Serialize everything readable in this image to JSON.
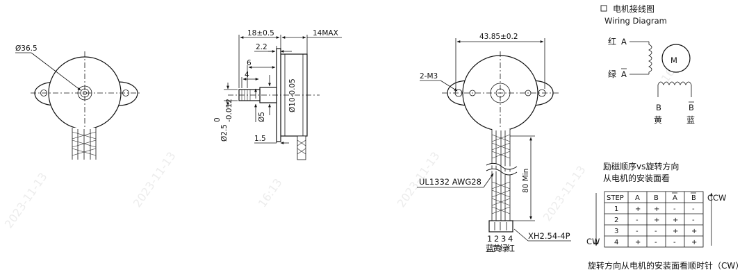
{
  "front_view": {
    "diameter_label": "Ø36.5"
  },
  "side_view": {
    "length_label": "18±0.5",
    "max_label": "14MAX",
    "dim_2_2": "2.2",
    "dim_6": "6",
    "dim_4": "4",
    "boss_label": "Ø10-0.05",
    "shaft_label": "Ø2.5",
    "shaft_tol_upper": "0",
    "shaft_tol_lower": "-0.012",
    "dim_5": "Ø5",
    "dim_1_5": "1.5"
  },
  "rear_view": {
    "width_label": "43.85±0.2",
    "hole_label": "2-M3",
    "cable_label": "UL1332 AWG28",
    "cable_length": "80 Min",
    "connector_label": "XH2.54-4P",
    "pin_numbers": [
      "1",
      "2",
      "3",
      "4"
    ],
    "pin_colors": [
      "蓝",
      "黄",
      "绿",
      "红"
    ]
  },
  "wiring": {
    "title_cn": "电机接线图",
    "title_en": "Wiring Diagram",
    "motor_symbol": "M",
    "coil_a_cn": "红",
    "coil_a": "A",
    "coil_abar_cn": "绿",
    "coil_abar": "A",
    "coil_b": "B",
    "coil_b_cn": "黄",
    "coil_bbar": "B",
    "coil_bbar_cn": "蓝"
  },
  "sequence": {
    "title_line1": "励磁顺序vs旋转方向",
    "title_line2": "从电机的安装面看",
    "headers": [
      "STEP",
      "A",
      "B",
      "A",
      "B"
    ],
    "rows": [
      [
        "1",
        "+",
        "+",
        "-",
        "-"
      ],
      [
        "2",
        "-",
        "+",
        "+",
        "-"
      ],
      [
        "3",
        "-",
        "-",
        "+",
        "+"
      ],
      [
        "4",
        "+",
        "-",
        "-",
        "+"
      ]
    ],
    "ccw_label": "CCW",
    "cw_label": "CW",
    "footnote": "旋转方向从电机的安装面看顺时针（CW）"
  },
  "watermark": {
    "date": "2023-11-13",
    "time": "16:13"
  }
}
